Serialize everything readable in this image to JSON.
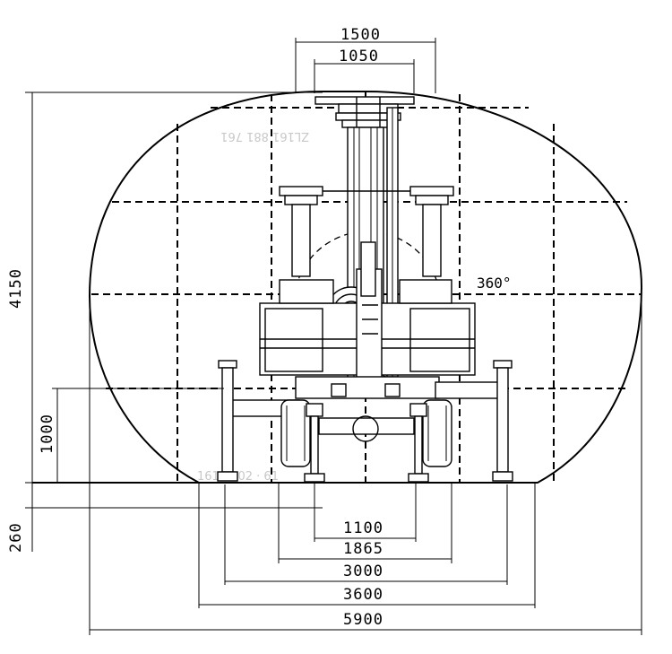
{
  "dimensions": {
    "top_outer": "1500",
    "top_inner": "1050",
    "height_total": "4150",
    "height_support": "1000",
    "height_ground": "260",
    "bottom_1": "1100",
    "bottom_2": "1865",
    "bottom_3": "3000",
    "bottom_4": "3600",
    "bottom_5": "5900"
  },
  "rotation_label": "360°"
}
